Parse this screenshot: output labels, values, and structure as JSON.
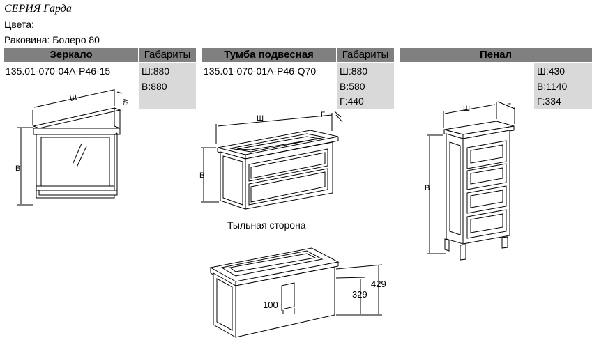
{
  "header": {
    "series": "СЕРИЯ  Гарда",
    "colors_label": "Цвета:",
    "sink_label": "Раковина: Болеро 80"
  },
  "sections": {
    "mirror": {
      "title": "Зеркало",
      "dims_title": "Габариты",
      "code": "135.01-070-04А-Р46-15",
      "dims": [
        "Ш:880",
        "В:880"
      ],
      "labels": {
        "w": "Ш",
        "h": "В",
        "depth": "45"
      }
    },
    "cabinet": {
      "title": "Тумба подвесная",
      "dims_title": "Габариты",
      "code": "135.01-070-01А-Р46-Q70",
      "dims": [
        "Ш:880",
        "В:580",
        "Г:440"
      ],
      "labels": {
        "w": "Ш",
        "h": "В",
        "d": "Г"
      },
      "back_caption": "Тыльная сторона",
      "back_dims": {
        "a": "100",
        "b": "329",
        "c": "429"
      }
    },
    "penal": {
      "title": "Пенал",
      "dims": [
        "Ш:430",
        "В:1140",
        "Г:334"
      ],
      "labels": {
        "w": "Ш",
        "h": "В",
        "d": "Г"
      }
    }
  }
}
